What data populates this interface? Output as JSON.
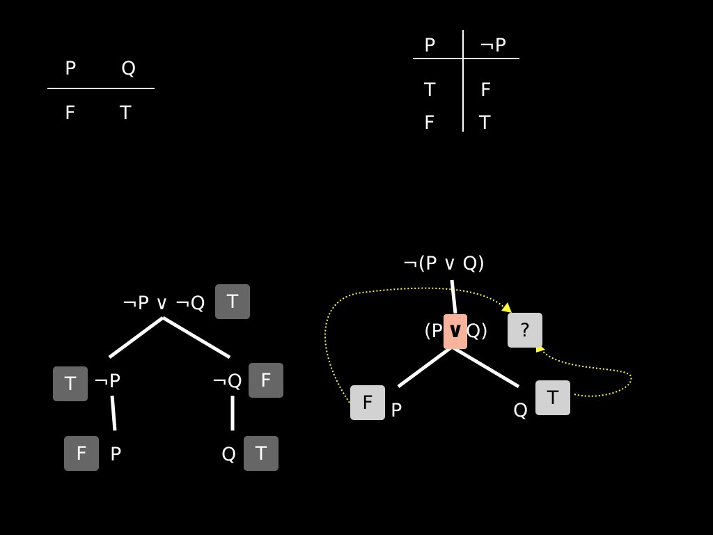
{
  "table_pq": {
    "headers": [
      "P",
      "Q"
    ],
    "row": [
      "F",
      "T"
    ]
  },
  "table_not_p": {
    "headers": [
      "P",
      "¬P"
    ],
    "rows": [
      [
        "T",
        "F"
      ],
      [
        "F",
        "T"
      ]
    ]
  },
  "tree_left": {
    "root": "¬P ∨ ¬Q",
    "root_value": "T",
    "left_child": "¬P",
    "left_child_value": "T",
    "left_leaf": "P",
    "left_leaf_value": "F",
    "right_child": "¬Q",
    "right_child_value": "F",
    "right_leaf": "Q",
    "right_leaf_value": "T"
  },
  "tree_right": {
    "root": "¬(P ∨ Q)",
    "node_left_part": "(P",
    "node_operator": "∨",
    "node_right_part": "Q)",
    "node_value": "?",
    "left_leaf": "P",
    "left_leaf_value": "F",
    "right_leaf": "Q",
    "right_leaf_value": "T"
  },
  "colors": {
    "background": "#000000",
    "dark_box": "#666666",
    "light_box": "#d2d2d2",
    "operator_highlight": "#f7b49a",
    "arrow": "#ffff33"
  }
}
